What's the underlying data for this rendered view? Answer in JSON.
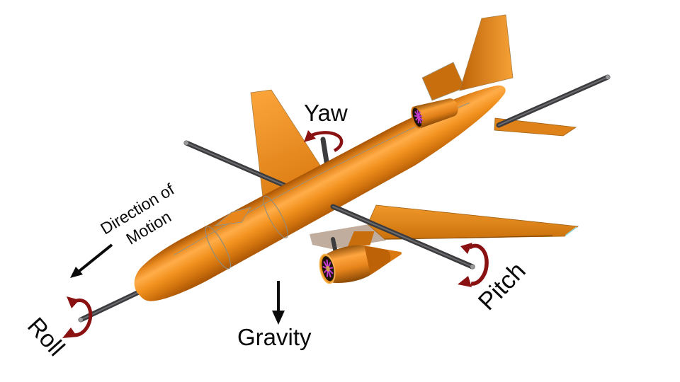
{
  "labels": {
    "yaw": "Yaw",
    "roll": "Roll",
    "pitch": "Pitch",
    "gravity": "Gravity",
    "direction_of_motion_line1": "Direction of",
    "direction_of_motion_line2": "Motion"
  },
  "colors": {
    "background": "#FFFFFF",
    "text": "#0A0A0A",
    "annotation_arrow_black": "#0A0A0A",
    "rotation_arrow_red": "#8A1112",
    "axis_rod_gray": "#3C3C3E",
    "rod_cap_gray": "#9B9B9E",
    "aircraft_orange": "#EE8A1E",
    "aircraft_orange_light": "#FFAD4A",
    "aircraft_orange_dark": "#A85405",
    "engine_fan_magenta": "#C43BD0",
    "wing_edge_teal": "#8FD8D8"
  }
}
